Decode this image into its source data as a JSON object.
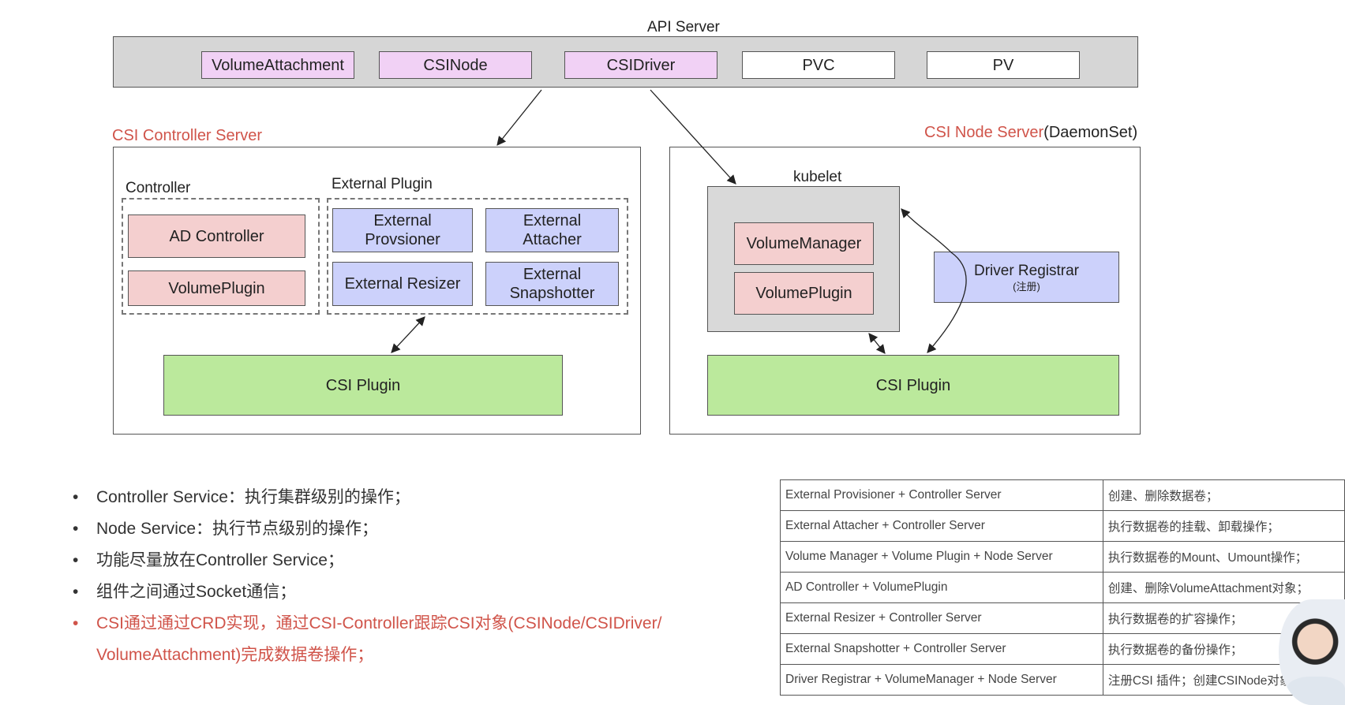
{
  "api_server": {
    "title": "API Server",
    "resources": [
      "VolumeAttachment",
      "CSINode",
      "CSIDriver",
      "PVC",
      "PV"
    ]
  },
  "controller_server": {
    "title": "CSI Controller Server",
    "controller_group": {
      "label": "Controller",
      "items": [
        "AD Controller",
        "VolumePlugin"
      ]
    },
    "external_plugin_group": {
      "label": "External Plugin",
      "items": [
        [
          "External",
          "Provsioner"
        ],
        [
          "External",
          "Attacher"
        ],
        [
          "External Resizer"
        ],
        [
          "External",
          "Snapshotter"
        ]
      ]
    },
    "csi_plugin": "CSI Plugin"
  },
  "node_server": {
    "title_red": "CSI Node Server",
    "title_suffix": "(DaemonSet)",
    "kubelet": {
      "label": "kubelet",
      "items": [
        "VolumeManager",
        "VolumePlugin"
      ]
    },
    "driver_registrar": {
      "label": "Driver Registrar",
      "sublabel": "(注册)"
    },
    "csi_plugin": "CSI Plugin"
  },
  "bullets": [
    {
      "text": "Controller Service：执行集群级别的操作；",
      "highlight": false
    },
    {
      "text": "Node Service：执行节点级别的操作；",
      "highlight": false
    },
    {
      "text": "功能尽量放在Controller Service；",
      "highlight": false
    },
    {
      "text": "组件之间通过Socket通信；",
      "highlight": false
    },
    {
      "text": "CSI通过通过CRD实现，通过CSI-Controller跟踪CSI对象(CSINode/CSIDriver/",
      "highlight": true
    },
    {
      "text": "VolumeAttachment)完成数据卷操作；",
      "highlight": true,
      "continuation": true
    }
  ],
  "mapping_table": [
    [
      "External Provisioner + Controller Server",
      "创建、删除数据卷；"
    ],
    [
      "External Attacher + Controller Server",
      "执行数据卷的挂载、卸载操作；"
    ],
    [
      "Volume Manager + Volume Plugin + Node Server",
      "执行数据卷的Mount、Umount操作；"
    ],
    [
      "AD Controller + VolumePlugin",
      "创建、删除VolumeAttachment对象；"
    ],
    [
      "External Resizer + Controller Server",
      "执行数据卷的扩容操作；"
    ],
    [
      "External Snapshotter + Controller Server",
      "执行数据卷的备份操作；"
    ],
    [
      "Driver Registrar + VolumeManager + Node Server",
      "注册CSI 插件；创建CSINode对象；"
    ]
  ],
  "colors": {
    "crd_purple": "#f1d1f5",
    "controller_pink": "#f4cfcf",
    "external_blue": "#ccd1fb",
    "plugin_green": "#bbe99c",
    "api_gray": "#d6d6d6",
    "kubelet_gray": "#d9d9d9",
    "highlight_red": "#d0544a"
  }
}
